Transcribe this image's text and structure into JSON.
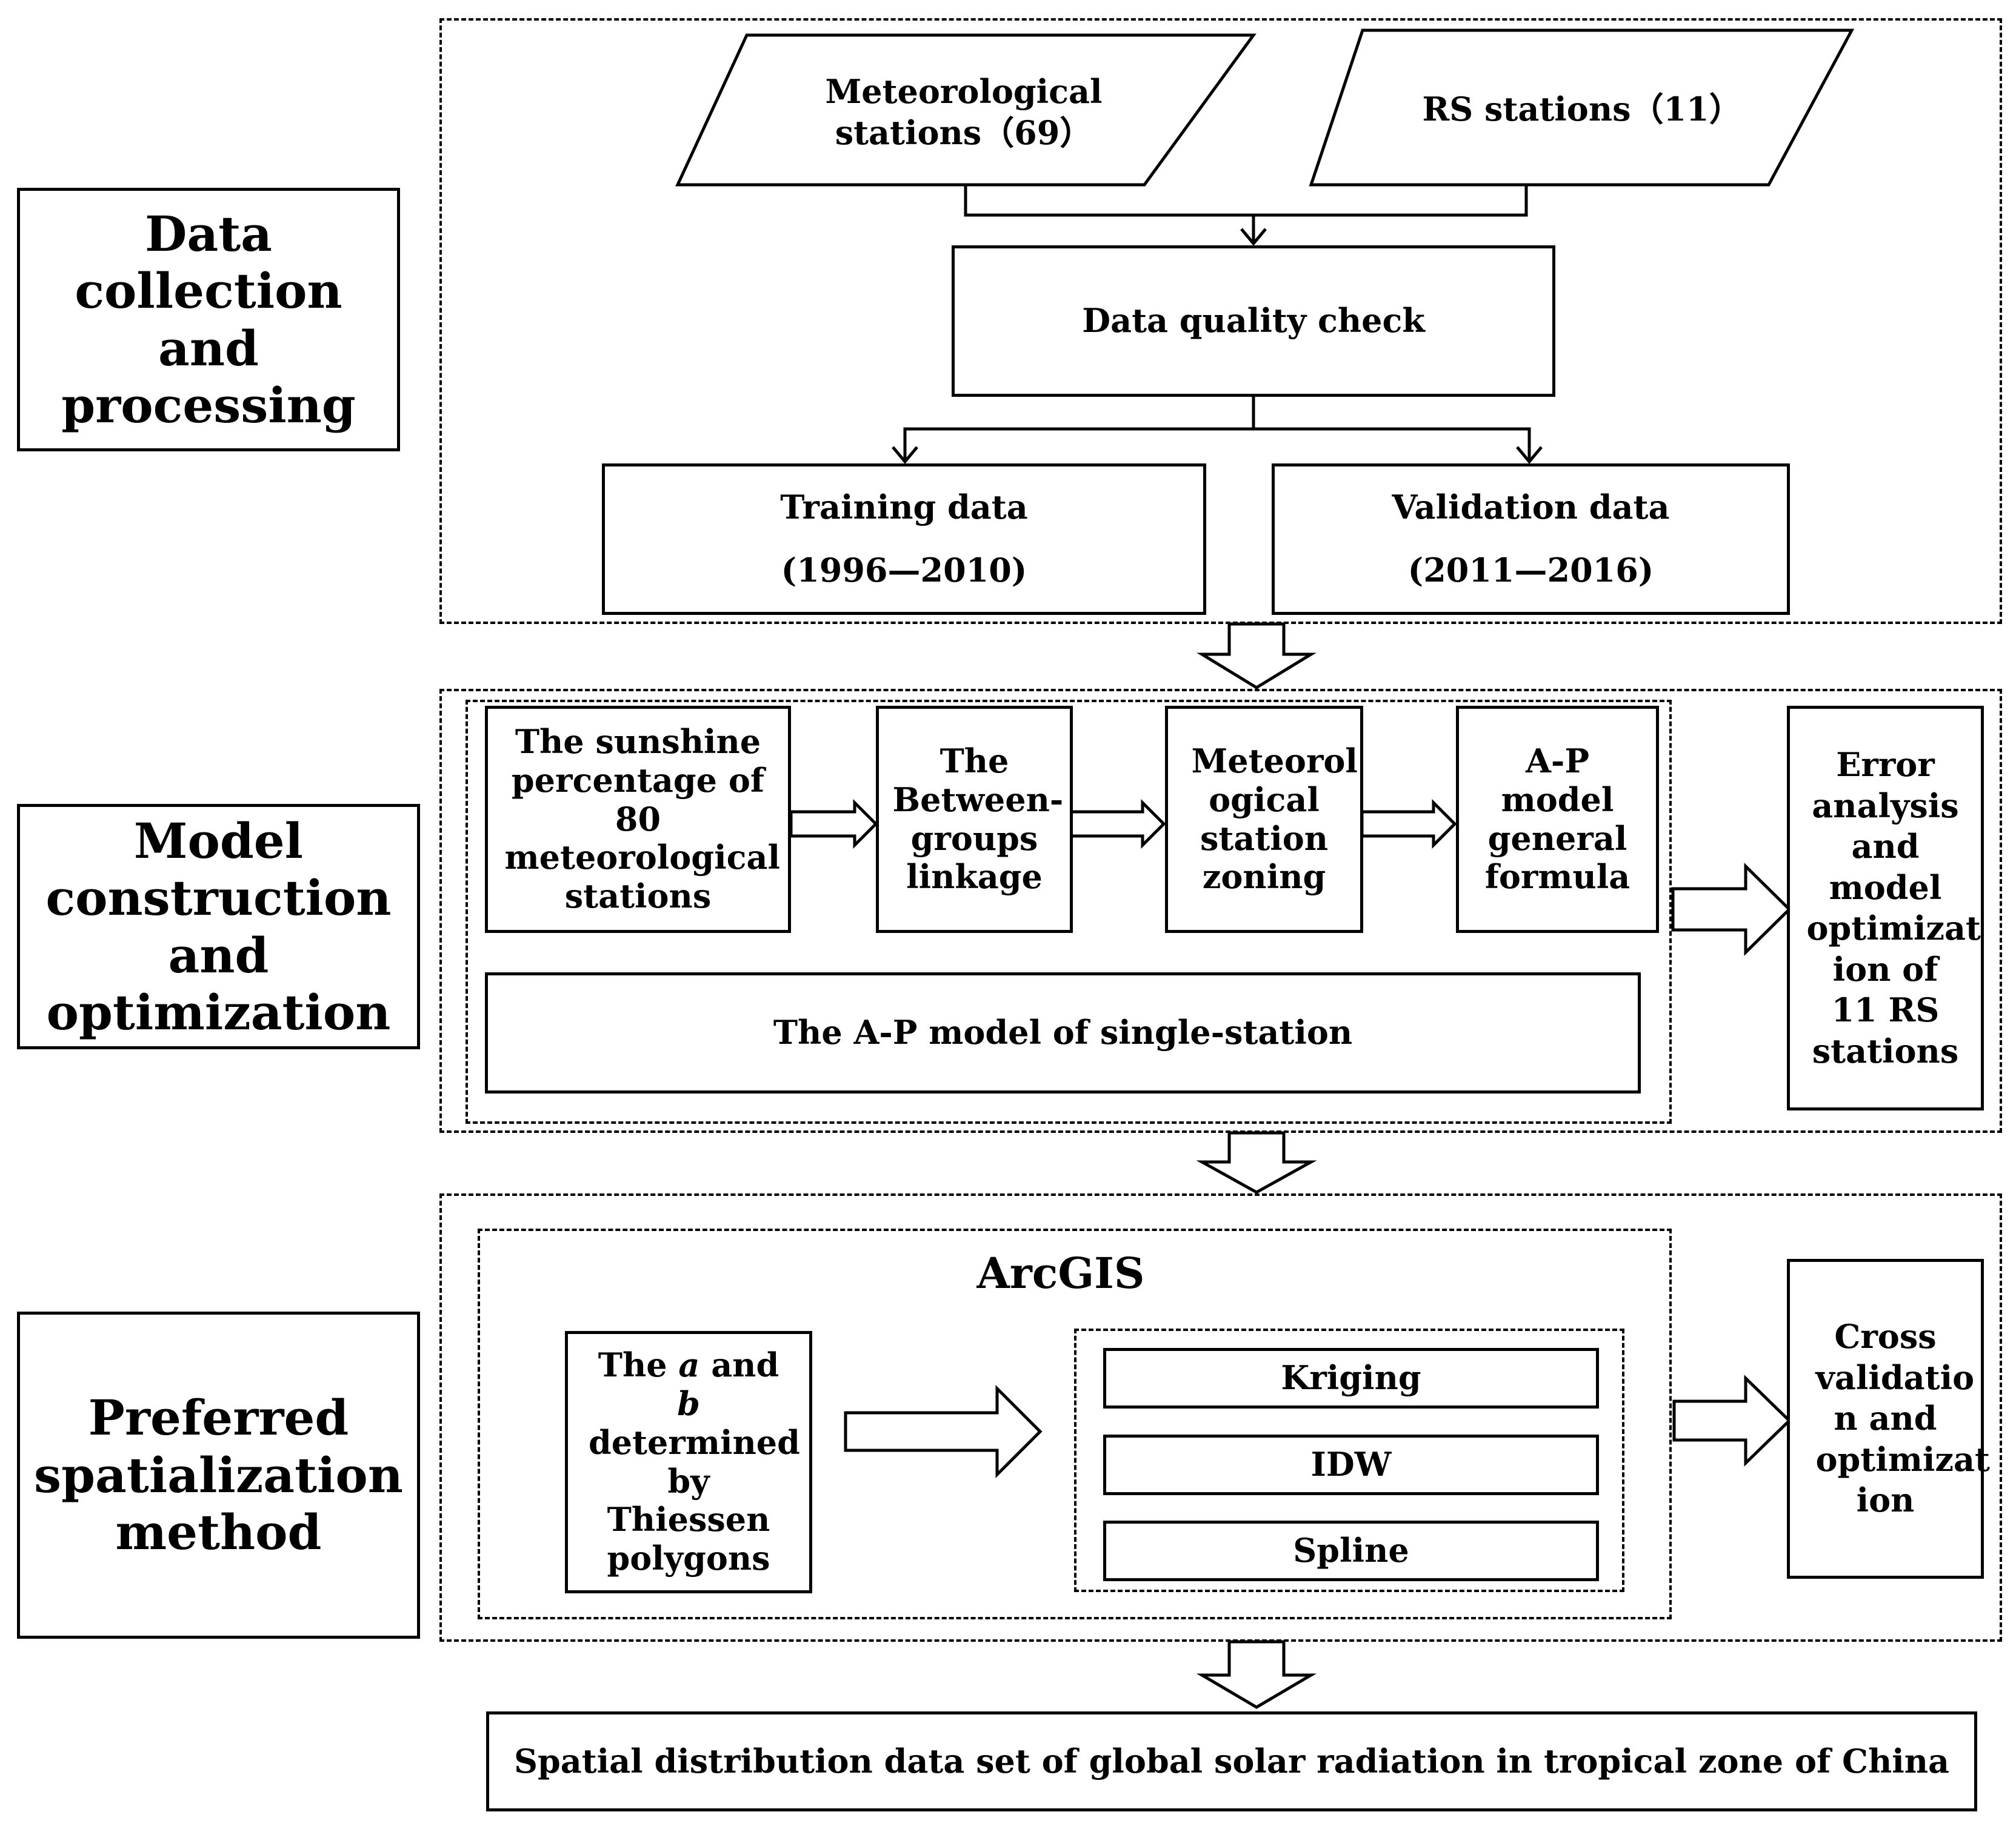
{
  "stages": [
    {
      "id": "data-collection",
      "label": "Data collection and processing"
    },
    {
      "id": "model-construction",
      "label": "Model construction and optimization"
    },
    {
      "id": "spatialization",
      "label": "Preferred spatialization method"
    }
  ],
  "inputs": {
    "meteorological": "Meteorological stations（69）",
    "rs": "RS stations（11）"
  },
  "quality_check": "Data quality check",
  "training": {
    "title": "Training data",
    "years": "(1996—2010)"
  },
  "validation": {
    "title": "Validation data",
    "years": "(2011—2016)"
  },
  "model_steps": [
    "The sunshine percentage of 80 meteorological stations",
    "The Between-groups linkage",
    "Meteorol ogical station zoning",
    "A-P model general formula"
  ],
  "single_station": "The A-P model of single-station",
  "error_analysis": "Error analysis and model optimizat ion of 11 RS stations",
  "arcgis": {
    "title": "ArcGIS",
    "thiessen": {
      "prefix": "The ",
      "a": "a",
      "mid": " and ",
      "b": "b",
      "suffix": " determined by Thiessen polygons"
    },
    "methods": [
      "Kriging",
      "IDW",
      "Spline"
    ]
  },
  "cross_validation": "Cross validatio n and optimizat ion",
  "output": "Spatial distribution data set of global solar radiation in tropical zone of China"
}
